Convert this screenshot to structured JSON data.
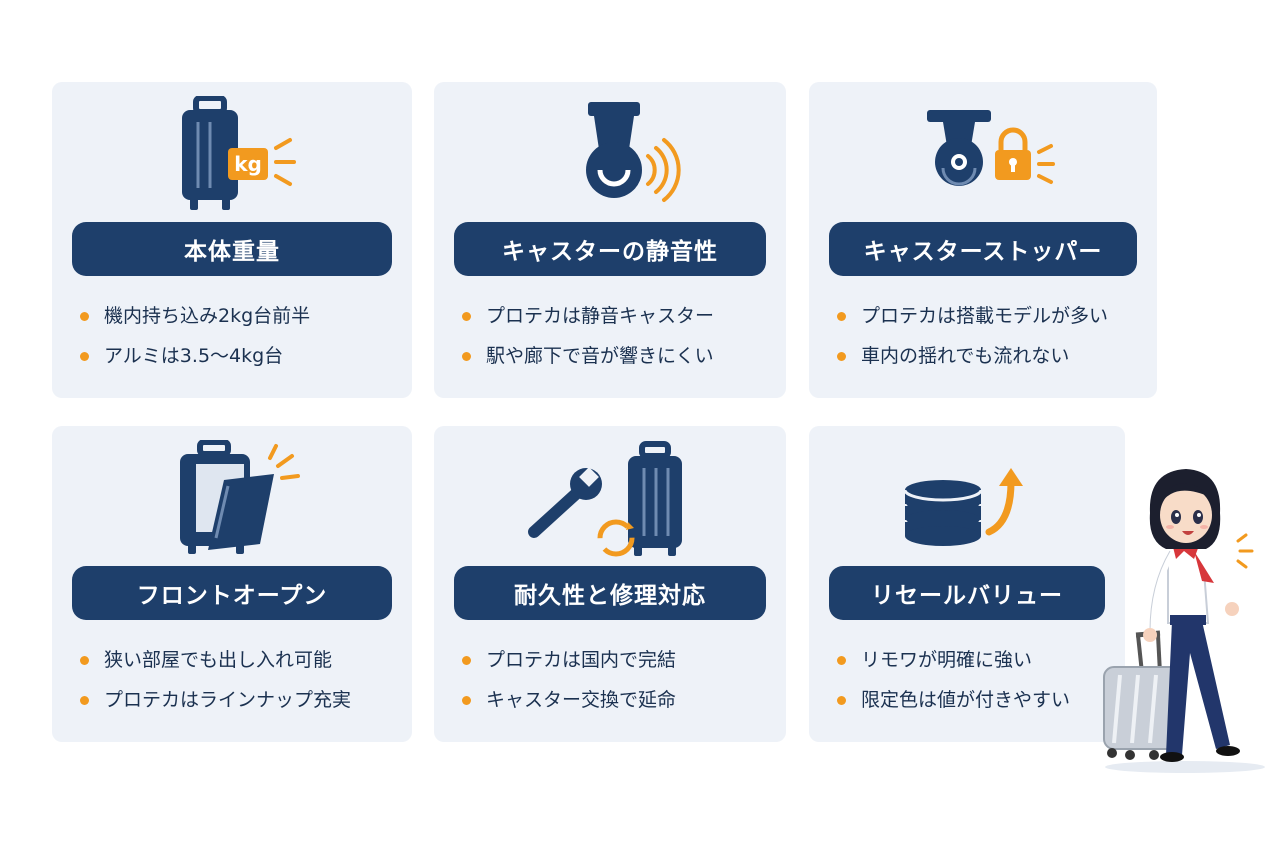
{
  "colors": {
    "navy": "#1e3f6b",
    "orange": "#f29a1f",
    "card_bg": "#eef2f8"
  },
  "cards": [
    {
      "icon": "suitcase-weight-icon",
      "badge": "kg",
      "title": "本体重量",
      "bullets": [
        "機内持ち込み2kg台前半",
        "アルミは3.5〜4kg台"
      ]
    },
    {
      "icon": "silent-caster-icon",
      "title": "キャスターの静音性",
      "bullets": [
        "プロテカは静音キャスター",
        "駅や廊下で音が響きにくい"
      ]
    },
    {
      "icon": "caster-lock-icon",
      "title": "キャスターストッパー",
      "bullets": [
        "プロテカは搭載モデルが多い",
        "車内の揺れでも流れない"
      ]
    },
    {
      "icon": "front-open-suitcase-icon",
      "title": "フロントオープン",
      "bullets": [
        "狭い部屋でも出し入れ可能",
        "プロテカはラインナップ充実"
      ]
    },
    {
      "icon": "wrench-repair-icon",
      "title": "耐久性と修理対応",
      "bullets": [
        "プロテカは国内で完結",
        "キャスター交換で延命"
      ]
    },
    {
      "icon": "resale-value-icon",
      "title": "リセールバリュー",
      "bullets": [
        "リモワが明確に強い",
        "限定色は値が付きやすい"
      ]
    }
  ],
  "illustration": "woman-with-suitcase-illustration"
}
